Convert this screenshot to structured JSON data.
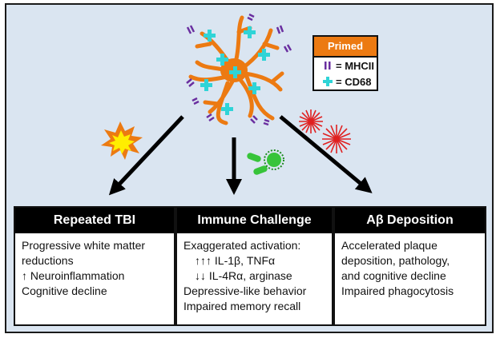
{
  "legend": {
    "title": "Primed",
    "items": [
      {
        "label": "= MHCII",
        "icon": "mhcii-icon",
        "color": "#6a2fa0"
      },
      {
        "label": "= CD68",
        "icon": "cd68-icon",
        "color": "#2fd4d7"
      }
    ]
  },
  "colors": {
    "background": "#dae5f1",
    "microglia": "#ec7a12",
    "mhcii": "#6a2fa0",
    "cd68": "#2fd4d7",
    "amyloid": "#e02020",
    "bacteria": "#37c43a"
  },
  "panels": [
    {
      "title": "Repeated TBI",
      "lines": [
        {
          "text": "Progressive white matter",
          "indent": false
        },
        {
          "text": "reductions",
          "indent": false
        },
        {
          "text": "↑ Neuroinflammation",
          "indent": false
        },
        {
          "text": "Cognitive decline",
          "indent": false
        }
      ]
    },
    {
      "title": "Immune Challenge",
      "lines": [
        {
          "text": "Exaggerated activation:",
          "indent": false
        },
        {
          "text": "↑↑↑ IL-1β, TNFα",
          "indent": true
        },
        {
          "text": "↓↓ IL-4Rα, arginase",
          "indent": true
        },
        {
          "text": "Depressive-like behavior",
          "indent": false
        },
        {
          "text": "Impaired memory recall",
          "indent": false
        }
      ]
    },
    {
      "title": "Aβ Deposition",
      "lines": [
        {
          "text": "Accelerated plaque",
          "indent": false
        },
        {
          "text": "deposition, pathology,",
          "indent": false
        },
        {
          "text": "and cognitive decline",
          "indent": false
        },
        {
          "text": "Impaired phagocytosis",
          "indent": false
        }
      ]
    }
  ]
}
